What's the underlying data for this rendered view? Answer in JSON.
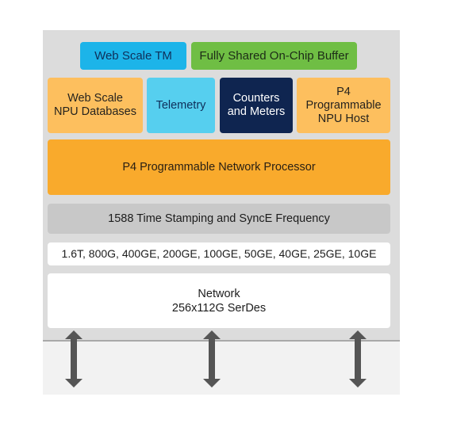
{
  "diagram": {
    "title": "",
    "blocks": {
      "web_scale_tm": "Web Scale TM",
      "shared_buffer": "Fully Shared On-Chip Buffer",
      "npu_databases": "Web Scale\nNPU Databases",
      "telemetry": "Telemetry",
      "counters_meters": "Counters\nand Meters",
      "npu_host": "P4\nProgrammable\nNPU Host",
      "network_processor": "P4 Programmable Network Processor",
      "time_stamping": "1588 Time Stamping and SyncE Frequency",
      "port_speeds": "1.6T, 800G, 400GE, 200GE, 100GE, 50GE, 40GE, 25GE, 10GE",
      "serdes": "Network\n256x112G SerDes"
    },
    "arrows": [
      {
        "icon": "bidirectional-arrow-icon"
      },
      {
        "icon": "bidirectional-arrow-icon"
      },
      {
        "icon": "bidirectional-arrow-icon"
      }
    ],
    "colors": {
      "panel": "#dcdcdc",
      "cyan": "#1cb4e9",
      "green": "#6fbe44",
      "light_orange": "#fdbf5e",
      "light_cyan": "#56cfef",
      "navy": "#0f2550",
      "orange": "#f9aa2c",
      "grey_bar": "#c8c8c8",
      "arrow": "#555555"
    }
  }
}
